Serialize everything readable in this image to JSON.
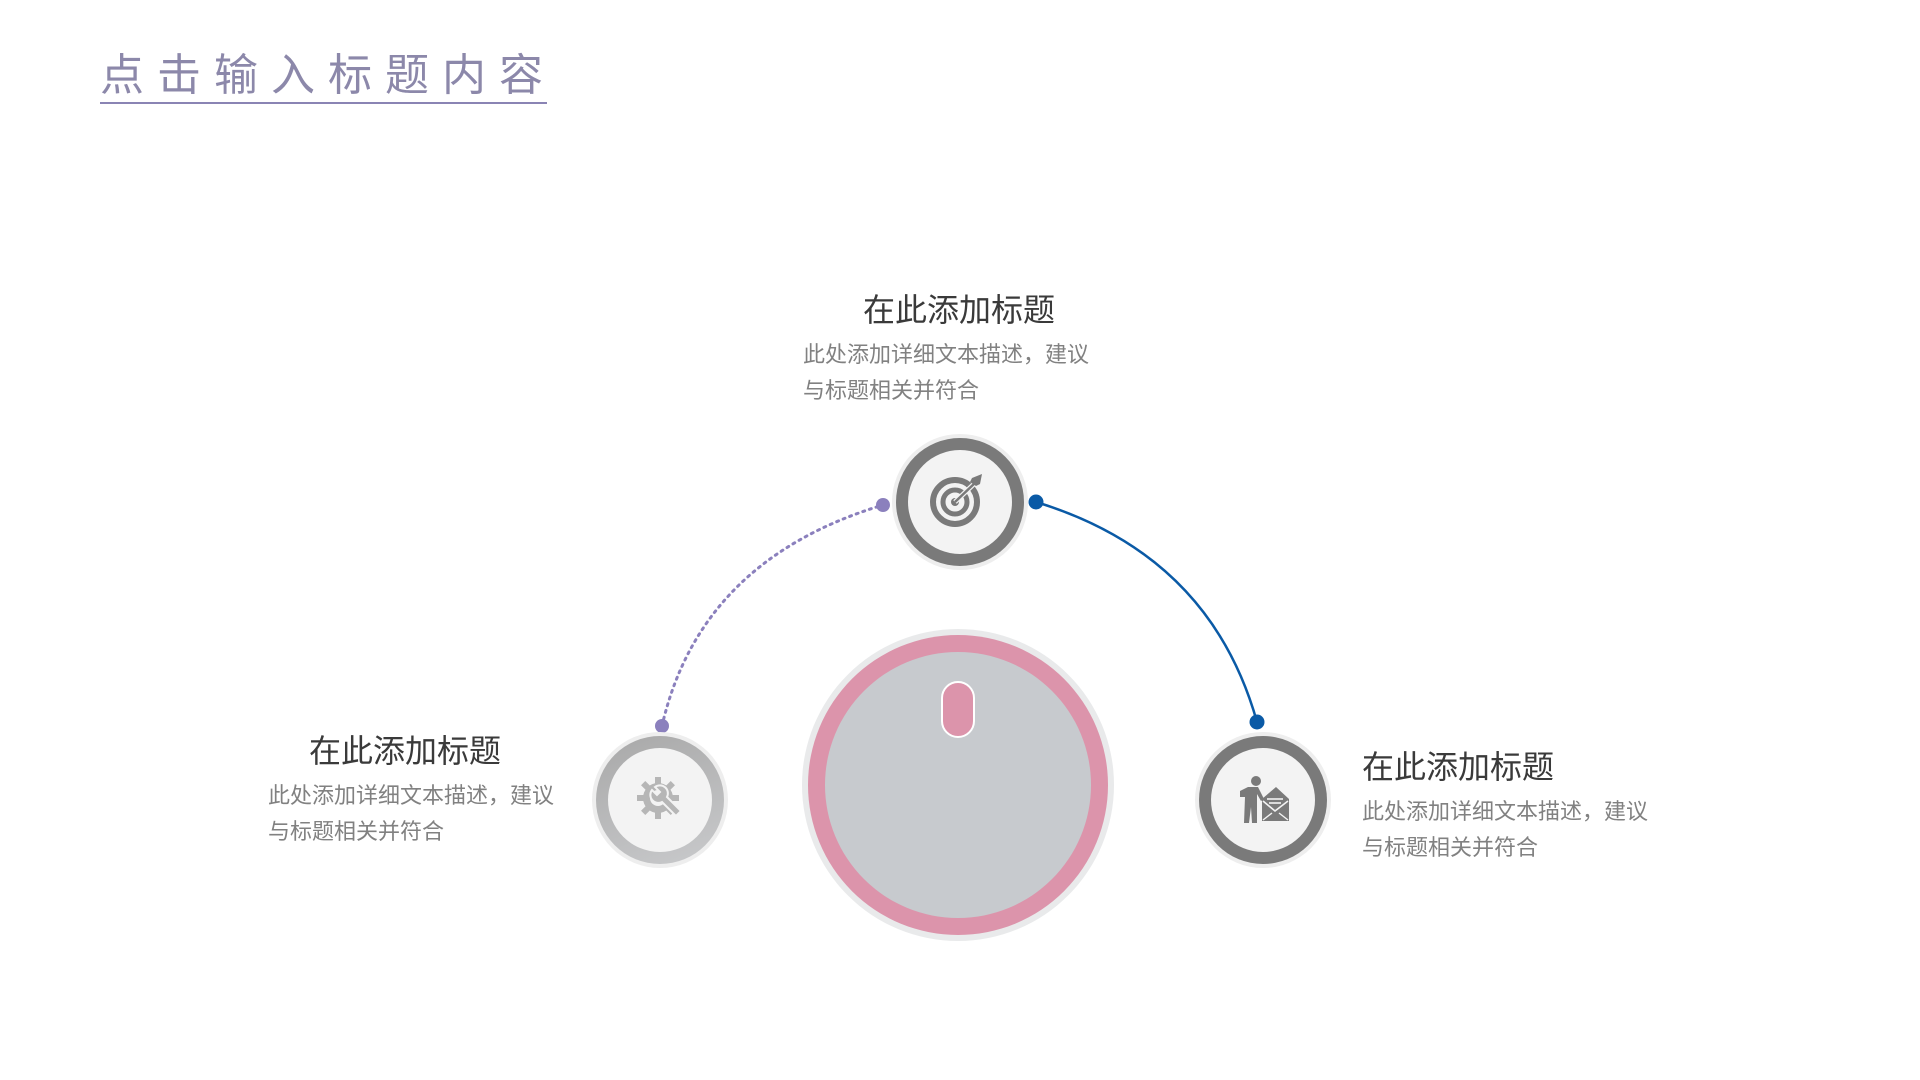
{
  "slide": {
    "title": "点击输入标题内容",
    "title_color": "#8c88aa",
    "underline_color": "#8a84b4"
  },
  "colors": {
    "ring_dark": "#7a7a7a",
    "ring_light": "#b8b8ba",
    "face": "#f3f3f3",
    "center_pink": "#dc94ab",
    "center_gray": "#c7cace",
    "connector_left": "#8b80bd",
    "connector_right": "#0a5aa6",
    "heading_text": "#3a3a3a",
    "body_text": "#818181"
  },
  "nodes": [
    {
      "id": "top",
      "icon": "target-icon",
      "title": "在此添加标题",
      "desc_line1": "此处添加详细文本描述，建议",
      "desc_line2": "与标题相关并符合"
    },
    {
      "id": "left",
      "icon": "gear-wrench-icon",
      "title": "在此添加标题",
      "desc_line1": "此处添加详细文本描述，建议",
      "desc_line2": "与标题相关并符合"
    },
    {
      "id": "right",
      "icon": "person-envelope-icon",
      "title": "在此添加标题",
      "desc_line1": "此处添加详细文本描述，建议",
      "desc_line2": "与标题相关并符合"
    }
  ],
  "center": {
    "icon": "mouse-scroll-icon"
  }
}
